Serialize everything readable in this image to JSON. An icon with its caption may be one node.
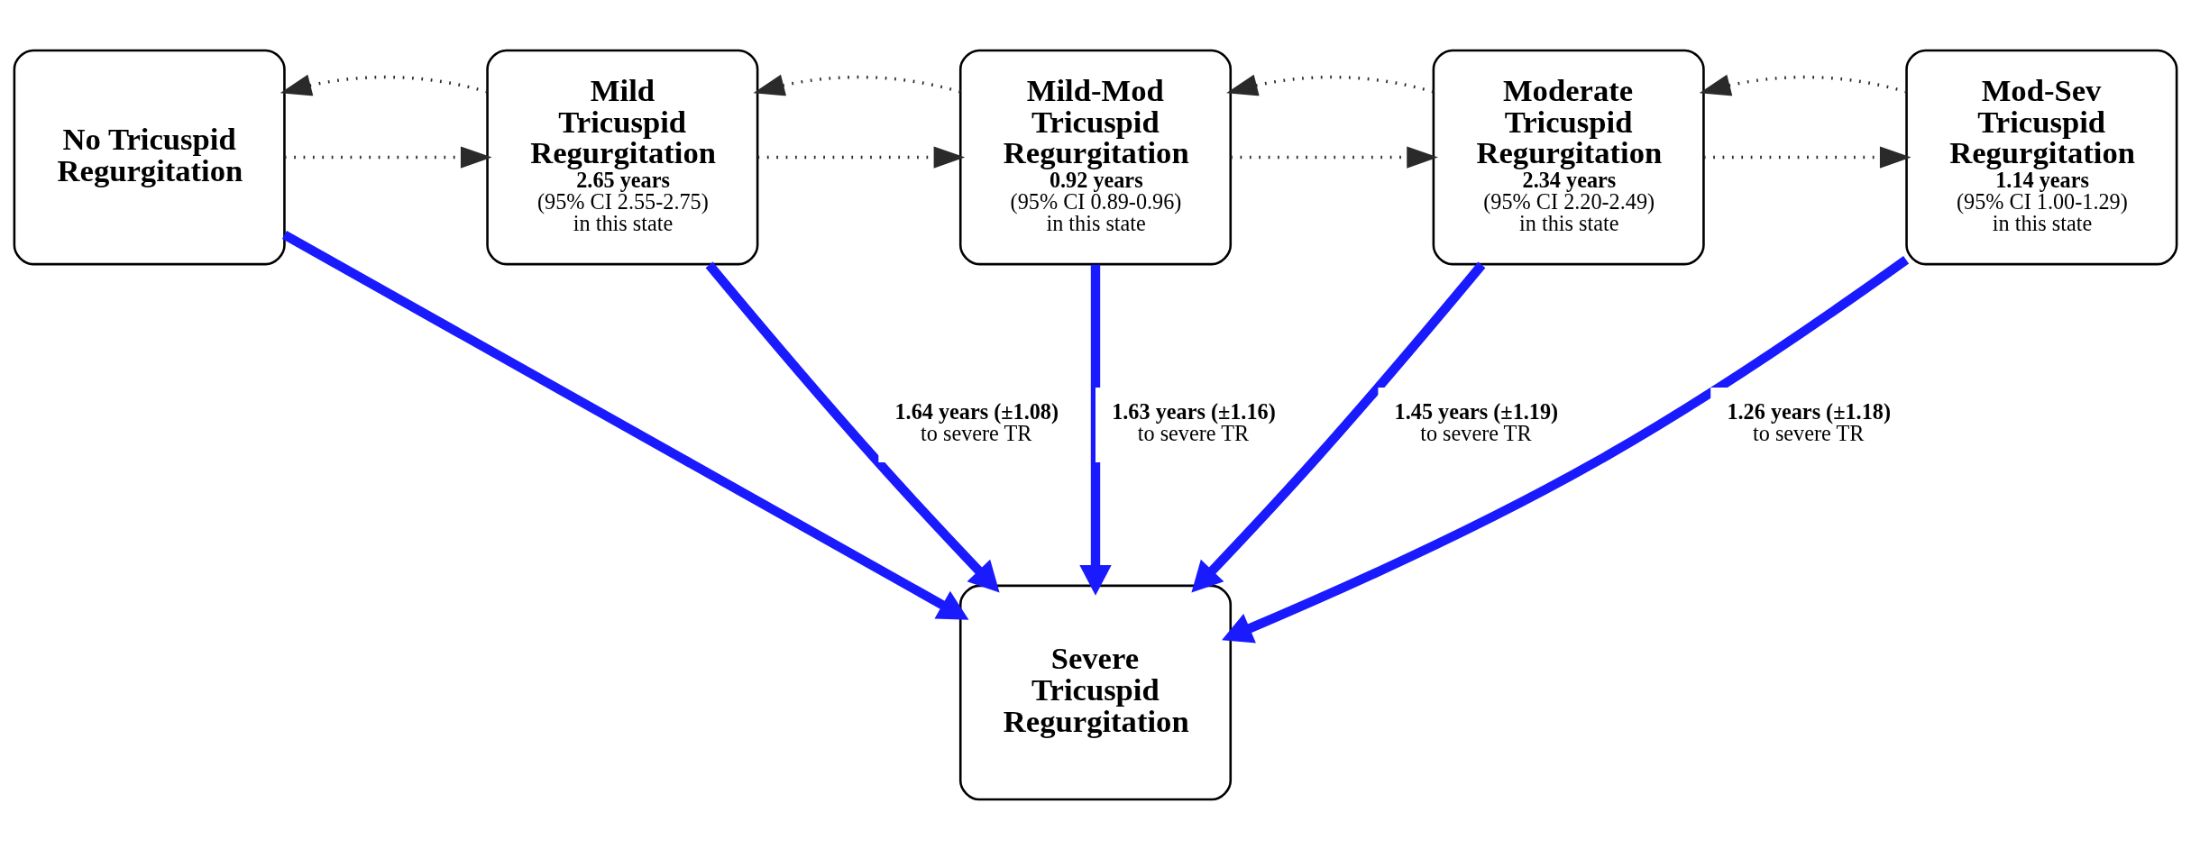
{
  "diagram": {
    "nodes": [
      {
        "text": [
          "No Tricuspid Regurgitation"
        ]
      },
      {
        "text": [
          "Mild Tricuspid Regurgitation",
          "2.65 years",
          "(95% CI 2.55-2.75) in this state"
        ]
      },
      {
        "text": [
          "Mild-Mod Tricuspid Regurgitation",
          "0.92 years",
          "(95% CI 0.89-0.96) in this state"
        ]
      },
      {
        "text": [
          "Moderate Tricuspid Regurgitation",
          "2.34 years",
          "(95% CI 2.20-2.49) in this state"
        ]
      },
      {
        "text": [
          "Mod-Sev Tricuspid Regurgitation",
          "1.14 years",
          "(95% CI 1.00-1.29) in this state"
        ]
      },
      {
        "text": [
          "Severe Tricuspid Regurgitation"
        ]
      }
    ],
    "edges": [
      {
        "from": 0,
        "to": 1,
        "arrow": "to",
        "style": "dashed"
      },
      {
        "from": 1,
        "to": 0,
        "arrow": "to",
        "style": "dashed"
      },
      {
        "from": 1,
        "to": 2,
        "arrow": "to",
        "style": "dashed"
      },
      {
        "from": 2,
        "to": 1,
        "arrow": "to",
        "style": "dashed"
      },
      {
        "from": 2,
        "to": 3,
        "arrow": "to",
        "style": "dashed"
      },
      {
        "from": 3,
        "to": 2,
        "arrow": "to",
        "style": "dashed"
      },
      {
        "from": 3,
        "to": 4,
        "arrow": "to",
        "style": "dashed"
      },
      {
        "from": 4,
        "to": 3,
        "arrow": "to",
        "style": "dashed"
      },
      {
        "from": 0,
        "to": 5,
        "arrow": "to",
        "style": "thick",
        "color": "#1a1aff"
      },
      {
        "from": 1,
        "to": 5,
        "arrow": "to",
        "label": "1.64 years (±1.08) to severe TR",
        "style": "thick",
        "color": "#1a1aff"
      },
      {
        "from": 2,
        "to": 5,
        "arrow": "to",
        "label": "1.63 years (±1.16) to severe TR",
        "style": "thick",
        "color": "#1a1aff"
      },
      {
        "from": 3,
        "to": 5,
        "arrow": "to",
        "label": "1.45 years (±1.19) to severe TR",
        "style": "thick",
        "color": "#1a1aff"
      },
      {
        "from": 4,
        "to": 5,
        "arrow": "to",
        "label": "1.26 years (±1.18) to severe TR",
        "style": "thick",
        "color": "#1a1aff"
      }
    ]
  }
}
